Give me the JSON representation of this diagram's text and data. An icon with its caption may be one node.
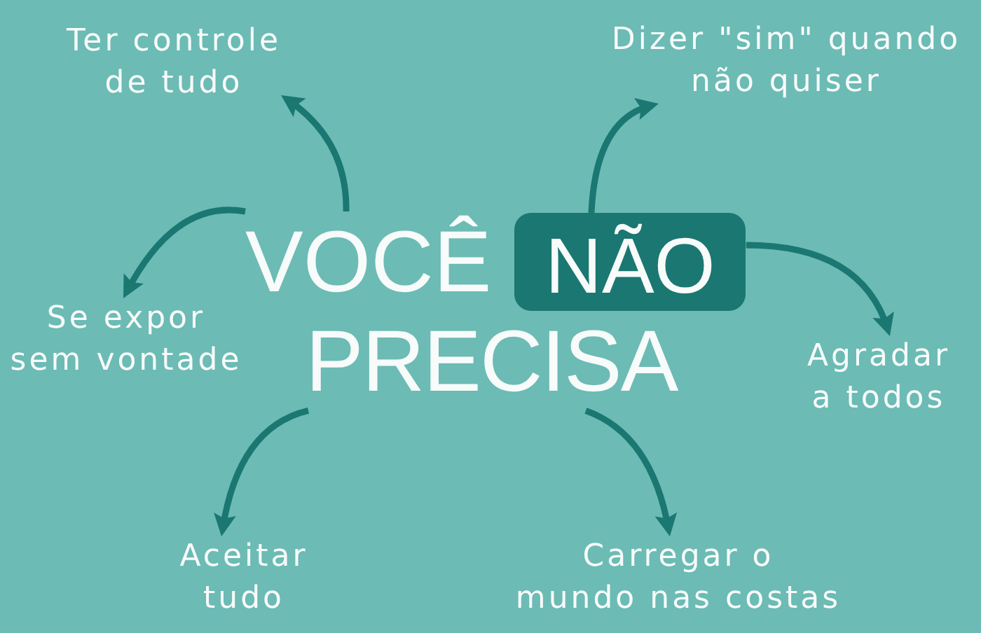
{
  "diagram": {
    "nodes": [
      {
        "text": [
          "Ter controle de tudo"
        ]
      },
      {
        "text": [
          "Dizer \"sim\" quando não quiser"
        ]
      },
      {
        "text": [
          "VOCÊ"
        ]
      },
      {
        "text": [
          "NÃO"
        ]
      },
      {
        "text": [
          "Se expor sem vontade"
        ]
      },
      {
        "text": [
          "PRECISA"
        ]
      },
      {
        "text": [
          "Agradar a todos"
        ]
      },
      {
        "text": [
          "Aceitar tudo"
        ]
      },
      {
        "text": [
          "Carregar o mundo nas costas"
        ]
      }
    ],
    "edges": [
      {
        "from": 2,
        "to": 0,
        "arrow": "to"
      },
      {
        "from": 3,
        "to": 1,
        "arrow": "to"
      },
      {
        "from": 2,
        "to": 4,
        "arrow": "to"
      },
      {
        "from": 3,
        "to": 6,
        "arrow": "to"
      },
      {
        "from": 5,
        "to": 7,
        "arrow": "to"
      },
      {
        "from": 5,
        "to": 8,
        "arrow": "to"
      }
    ]
  }
}
